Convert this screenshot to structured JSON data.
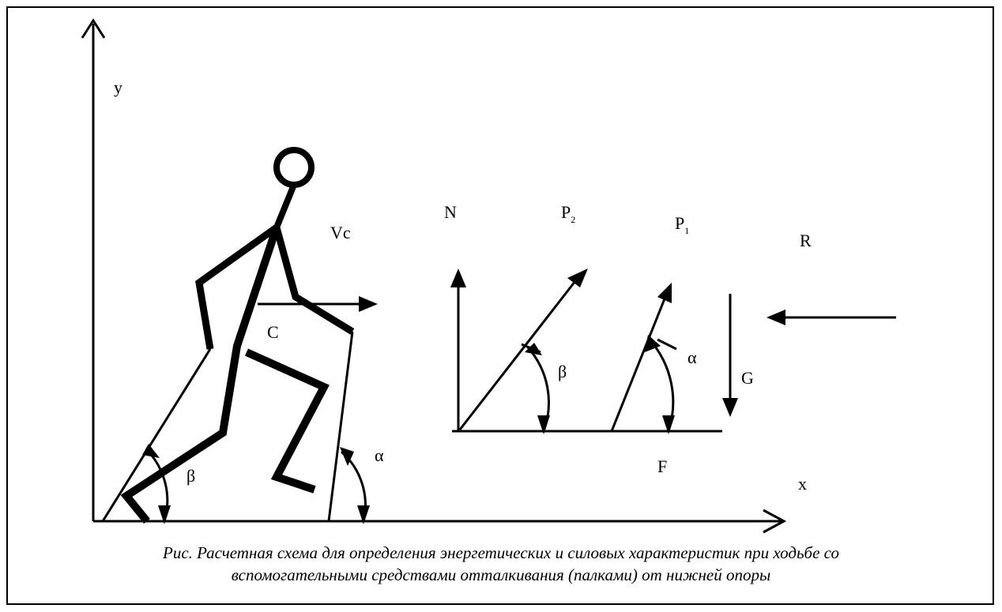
{
  "labels": {
    "y_axis": "y",
    "x_axis": "x",
    "vc": "Vc",
    "c": "C",
    "n": "N",
    "p2": "P",
    "p2_sub": "2",
    "p1": "P",
    "p1_sub": "1",
    "r": "R",
    "g": "G",
    "f": "F",
    "beta_figure": "β",
    "alpha_figure": "α",
    "beta_vector": "β",
    "alpha_vector": "α"
  },
  "caption": {
    "line1": "Рис. Расчетная схема для определения энергетических и силовых характеристик при ходьбе со",
    "line2": "вспомогательными средствами отталкивания (палками)  от нижней опоры"
  }
}
